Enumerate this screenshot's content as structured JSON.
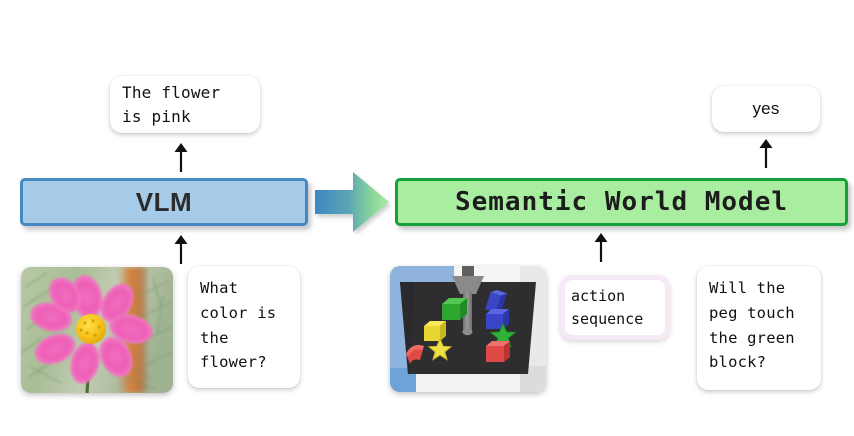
{
  "diagram": {
    "title": "VLM to Semantic World Model pipeline",
    "left_pipeline": {
      "answer_label": "The flower\nis pink",
      "model_label": "VLM",
      "question_label": "What\ncolor is\nthe\nflower?",
      "image_name": "pink-cosmos-flower-photo",
      "image_alt": "Photograph of a pink cosmos flower with a yellow center against green foliage"
    },
    "right_pipeline": {
      "answer_label": "yes",
      "model_label": "Semantic World Model",
      "question_label": "Will the\npeg touch\nthe green\nblock?",
      "action_label": "action\nsequence",
      "image_name": "robot-manipulation-sim-scene",
      "image_alt": "Simulated robot workspace with a gray peg and colored blocks on a dark table"
    },
    "arrows": {
      "flow_arrow_name": "blue-to-green-right-arrow",
      "up_arrow_name": "up-arrow"
    },
    "colors": {
      "vlm_fill": "#a5cbe8",
      "vlm_border": "#4589c4",
      "swm_fill": "#a8eda0",
      "swm_border": "#14a13c",
      "action_frame": "#f4e9f5",
      "arrow_gradient_start": "#4a90c8",
      "arrow_gradient_end": "#a8eda0",
      "card_bg": "#ffffff",
      "text": "#111111"
    }
  }
}
